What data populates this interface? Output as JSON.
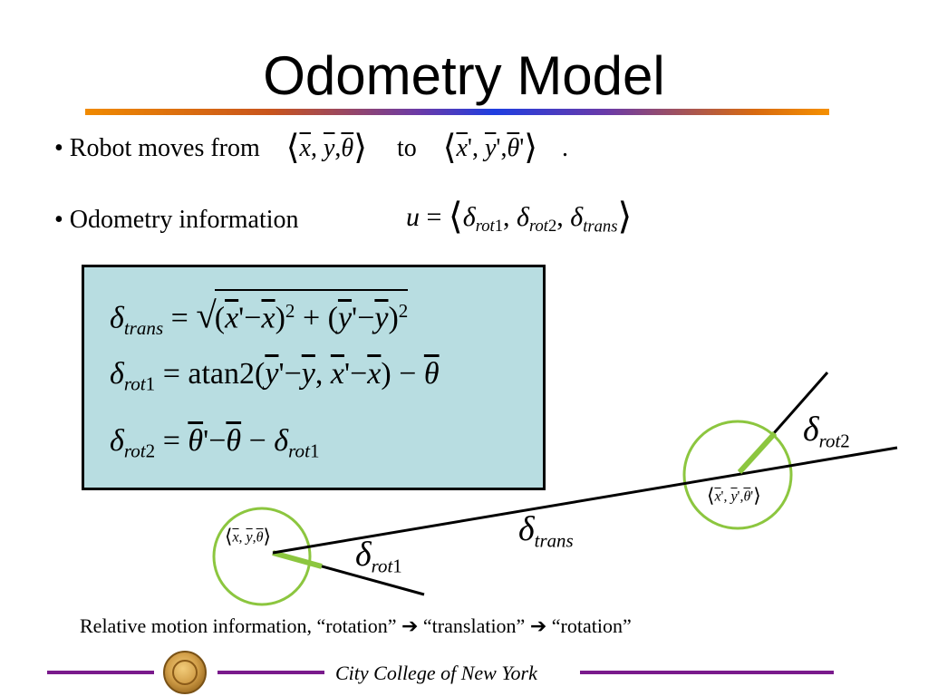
{
  "title": "Odometry Model",
  "bullets": {
    "b1_text": "• Robot moves from",
    "b1_to": "to",
    "b1_end": ".",
    "b2_text": "• Odometry information",
    "u_lhs": "u",
    "eq_sign": "=",
    "delta": "δ",
    "theta": "θ",
    "x": "x",
    "y": "y",
    "prime": "'",
    "rot1": "rot",
    "rot2": "rot",
    "one": "1",
    "two": "2",
    "trans": "trans"
  },
  "equations": {
    "atan2": "atan2",
    "sq": "2"
  },
  "diagram": {
    "delta_trans_sub": "trans",
    "delta_rot1_sub": "rot",
    "delta_rot2_sub": "rot",
    "num1": "1",
    "num2": "2",
    "colors": {
      "circle": "#8cc63f",
      "heading": "#8cc63f",
      "line": "#000000"
    }
  },
  "caption": {
    "prefix": "Relative motion information, ",
    "q1": "“rotation”",
    "arrow": "➔",
    "q2": "“translation”",
    "q3": "“rotation”"
  },
  "footer": {
    "institution": "City College of New York"
  },
  "colors": {
    "box_bg": "#b8dde1",
    "footer_line": "#7a1a8c"
  }
}
